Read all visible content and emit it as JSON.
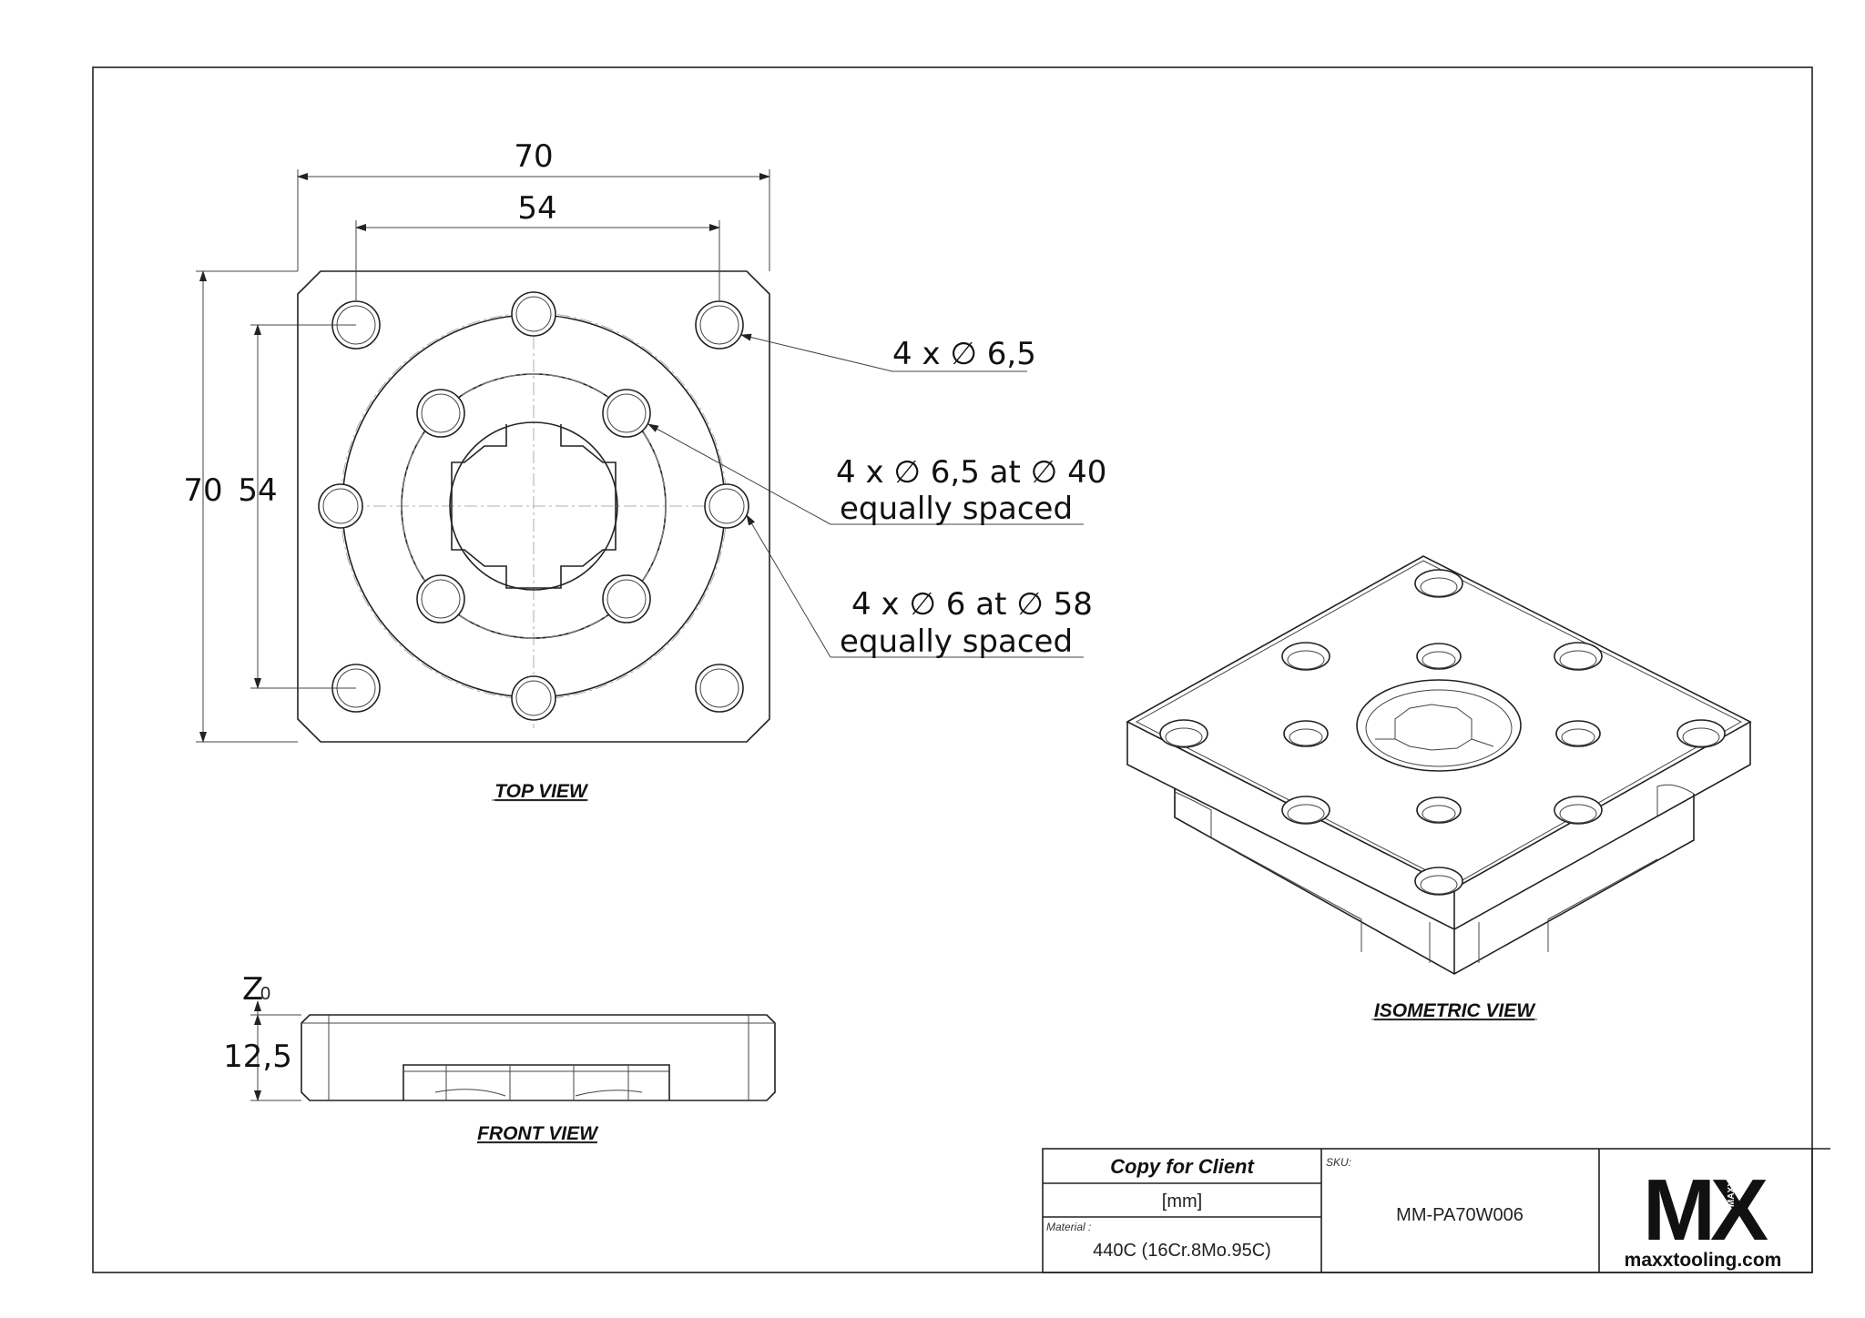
{
  "views": {
    "top": "TOP VIEW",
    "front": "FRONT VIEW",
    "isometric": "ISOMETRIC VIEW"
  },
  "dimensions": {
    "width_outer": "70",
    "width_inner": "54",
    "height_outer": "70",
    "height_inner": "54",
    "thickness": "12,5",
    "z_ref": "Z",
    "z_sub": "0"
  },
  "notes": {
    "corner_holes": "4 x ∅ 6,5",
    "inner_holes_line1": "4 x ∅ 6,5 at ∅ 40",
    "inner_holes_line2": "equally spaced",
    "mid_holes_line1": "4 x ∅ 6 at ∅ 58",
    "mid_holes_line2": "equally spaced"
  },
  "title_block": {
    "copy": "Copy for Client",
    "units": "[mm]",
    "material_label": "Material :",
    "material": "440C (16Cr.8Mo.95C)",
    "sku_label": "SKU:",
    "sku": "MM-PA70W006",
    "logo": "MX",
    "logo_small": "MAXX",
    "website": "maxxtooling.com"
  },
  "colors": {
    "line": "#222222",
    "paper": "#ffffff"
  }
}
